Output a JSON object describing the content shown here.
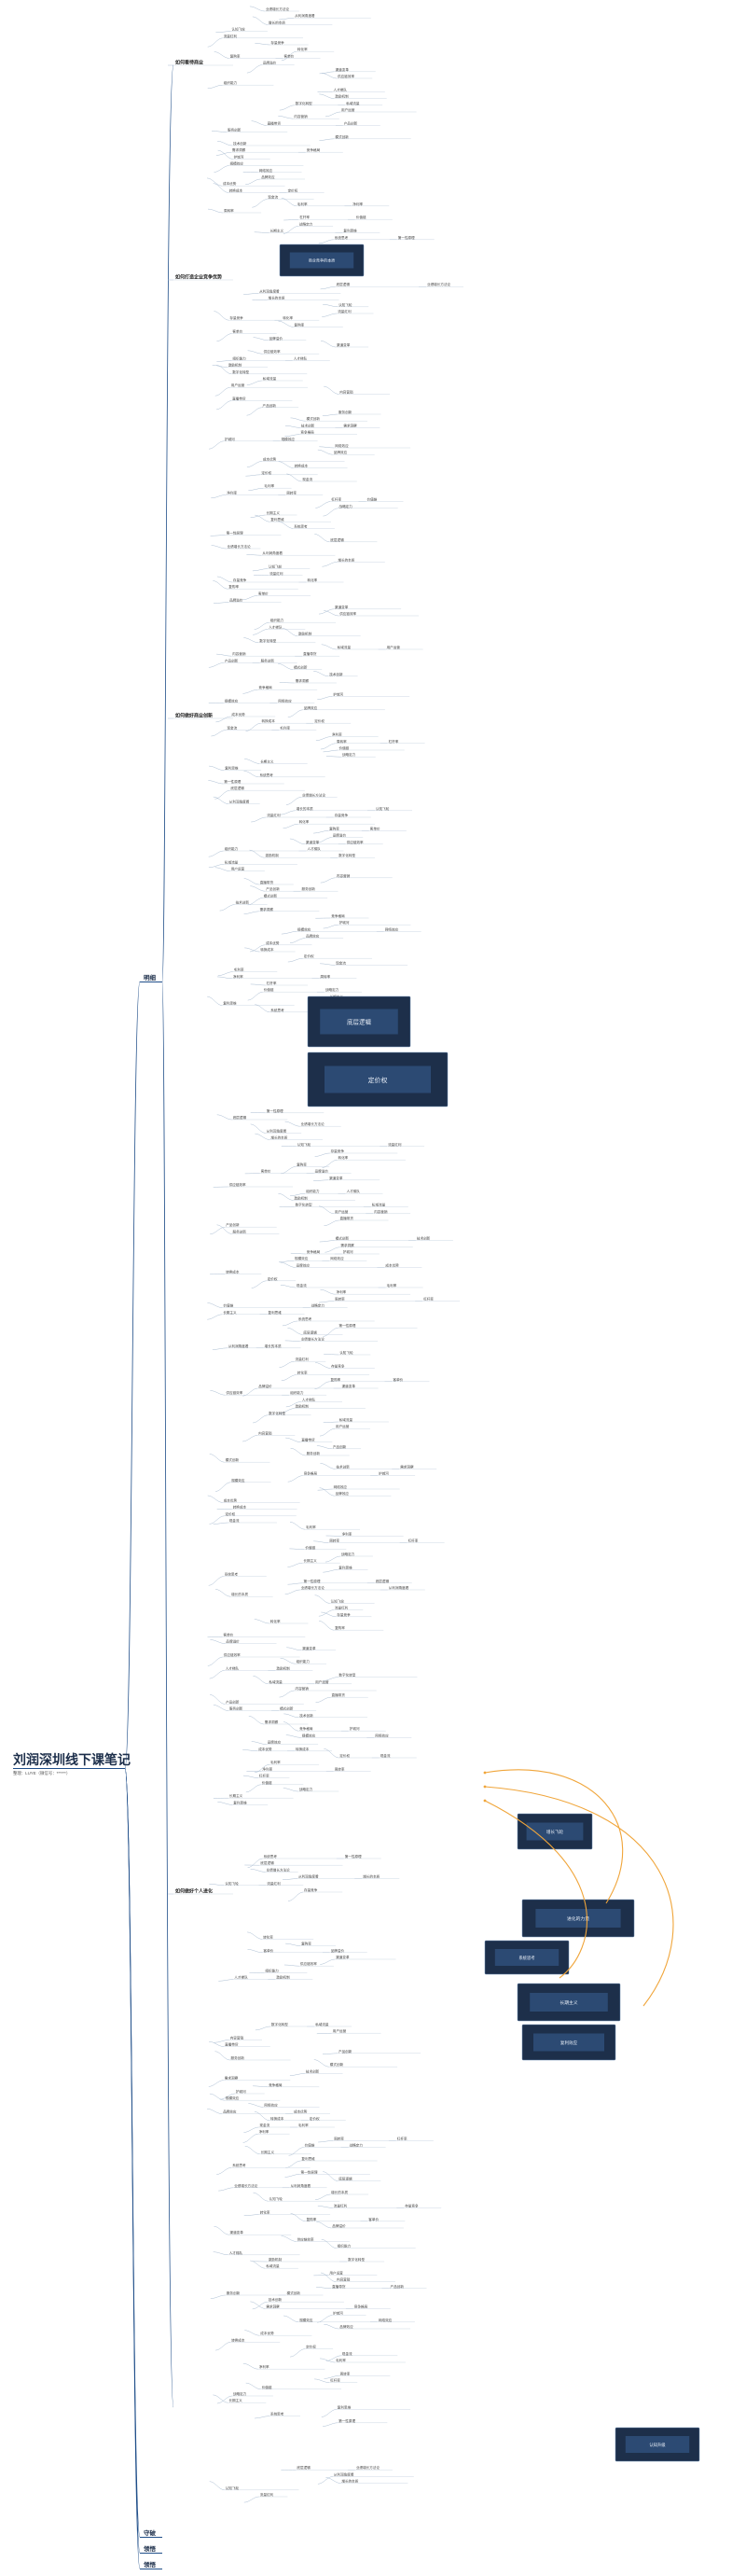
{
  "root": {
    "title": "刘润深圳线下课笔记",
    "author": "整理：LUYE（微信号：******）"
  },
  "branches": [
    {
      "label": "明细"
    },
    {
      "label": "守破"
    },
    {
      "label": "领悟"
    },
    {
      "label": "领悟"
    }
  ],
  "sections": [
    {
      "label": "如何看待商业"
    },
    {
      "label": "如何打造企业竞争优势"
    },
    {
      "label": "如何做好商业创新"
    },
    {
      "label": "如何做好个人进化"
    }
  ],
  "nodes": [
    "业绩增长方法论",
    "从利润角度看",
    "增长的本质",
    "认知飞轮",
    "流量红利",
    "存量竞争",
    "转化率",
    "复购率",
    "客单价",
    "品牌溢价",
    "渠道变革",
    "供应链效率",
    "组织能力",
    "人才梯队",
    "激励机制",
    "数字化转型",
    "私域流量",
    "用户运营",
    "内容营销",
    "直播带货",
    "产品创新",
    "服务创新",
    "模式创新",
    "技术创新",
    "需求洞察",
    "竞争格局",
    "护城河",
    "规模效应",
    "网络效应",
    "品牌效应",
    "成本优势",
    "转换成本",
    "定价权",
    "现金流",
    "毛利率",
    "净利率",
    "周转率",
    "杠杆率",
    "价值链",
    "战略定力",
    "长期主义",
    "复利思维",
    "系统思考",
    "第一性原理",
    "底层逻辑"
  ],
  "slides": [
    {
      "caption": "商业竞争的本质"
    },
    {
      "caption": "底层逻辑"
    },
    {
      "caption": "定价权"
    },
    {
      "caption": "增长飞轮"
    },
    {
      "caption": "进化的力量"
    },
    {
      "caption": "系统思考"
    },
    {
      "caption": "长期主义"
    },
    {
      "caption": "复利效应"
    },
    {
      "caption": "认知升级"
    }
  ],
  "colors": {
    "branch_line": "#1f4e89",
    "connector": "#9fb4cc",
    "highlight": "#f0a53a",
    "slide_bg": "#1d2f4a"
  }
}
